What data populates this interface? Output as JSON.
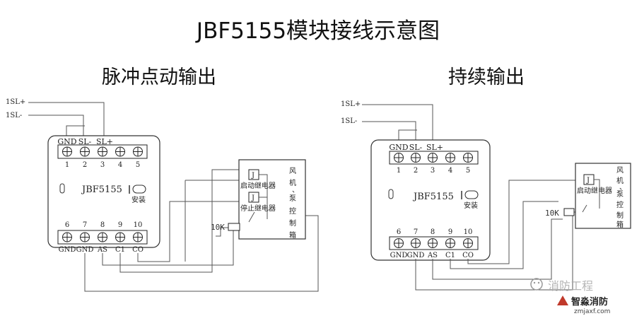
{
  "title": "JBF5155模块接线示意图",
  "left": {
    "heading": "脉冲点动输出",
    "wire_labels": [
      "1SL+",
      "1SL-"
    ],
    "top_labels": [
      "GND",
      "SL-",
      "SL+"
    ],
    "top_numbers": [
      "1",
      "2",
      "3",
      "4",
      "5"
    ],
    "model": "JBF5155",
    "install": "安装",
    "bottom_numbers": [
      "6",
      "7",
      "8",
      "9",
      "10"
    ],
    "bottom_labels": [
      "GND",
      "GND",
      "AS",
      "C1",
      "CO"
    ],
    "relay_letter": "J",
    "relay1": "启动继电器",
    "relay2": "停止继电器",
    "resistor": "10K",
    "cabinet": [
      "风",
      "机",
      "、",
      "泵",
      "控",
      "制",
      "箱"
    ]
  },
  "right": {
    "heading": "持续输出",
    "wire_labels": [
      "1SL+",
      "1SL-"
    ],
    "top_labels": [
      "GND",
      "SL-",
      "SL+"
    ],
    "top_numbers": [
      "1",
      "2",
      "3",
      "4",
      "5"
    ],
    "model": "JBF5155",
    "install": "安装",
    "bottom_numbers": [
      "6",
      "7",
      "8",
      "9",
      "10"
    ],
    "bottom_labels": [
      "GND",
      "GND",
      "AS",
      "C1",
      "CO"
    ],
    "relay_letter": "J",
    "relay1": "启动继电器",
    "resistor": "10K",
    "cabinet": [
      "风",
      "机",
      "、",
      "泵",
      "控",
      "制",
      "箱"
    ]
  },
  "watermark": {
    "line1": "消防工程",
    "line2": "智淼消防",
    "url": "zmjaxf.com"
  }
}
